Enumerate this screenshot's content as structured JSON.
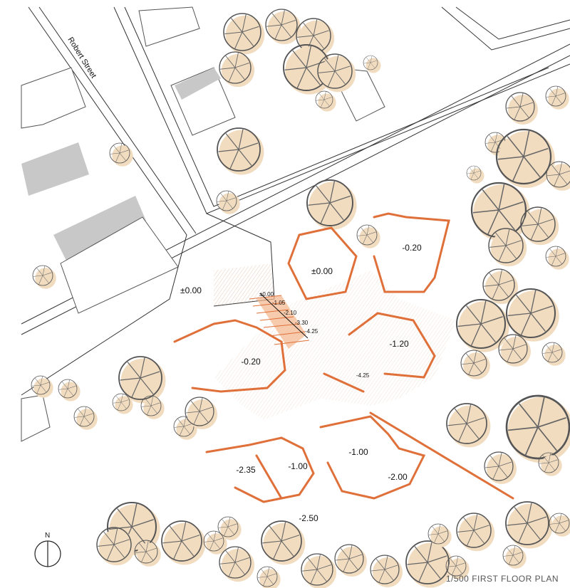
{
  "plan": {
    "street_name": "Robert Street",
    "title": "1/500 FIRST FLOOR PLAN",
    "north_label": "N",
    "colors": {
      "wall": "#e0703a",
      "tree_shadow": "#f1dcc0",
      "building": "#c8c8c8",
      "line": "#333333"
    }
  },
  "levels": {
    "street": "±0.00",
    "pavilion_a": "±0.00",
    "pavilion_b": "-0.20",
    "pavilion_c": "-0.20",
    "pavilion_d": "-1.20",
    "court_center": "-4.25",
    "pavilion_e": "-2.35",
    "pavilion_f": "-1.00",
    "pavilion_g": "-1.00",
    "pavilion_h": "-2.00",
    "ground_south": "-2.50"
  },
  "stairs": [
    "±0.00",
    "-1.05",
    "-2.10",
    "-3.30",
    "-4.25"
  ]
}
